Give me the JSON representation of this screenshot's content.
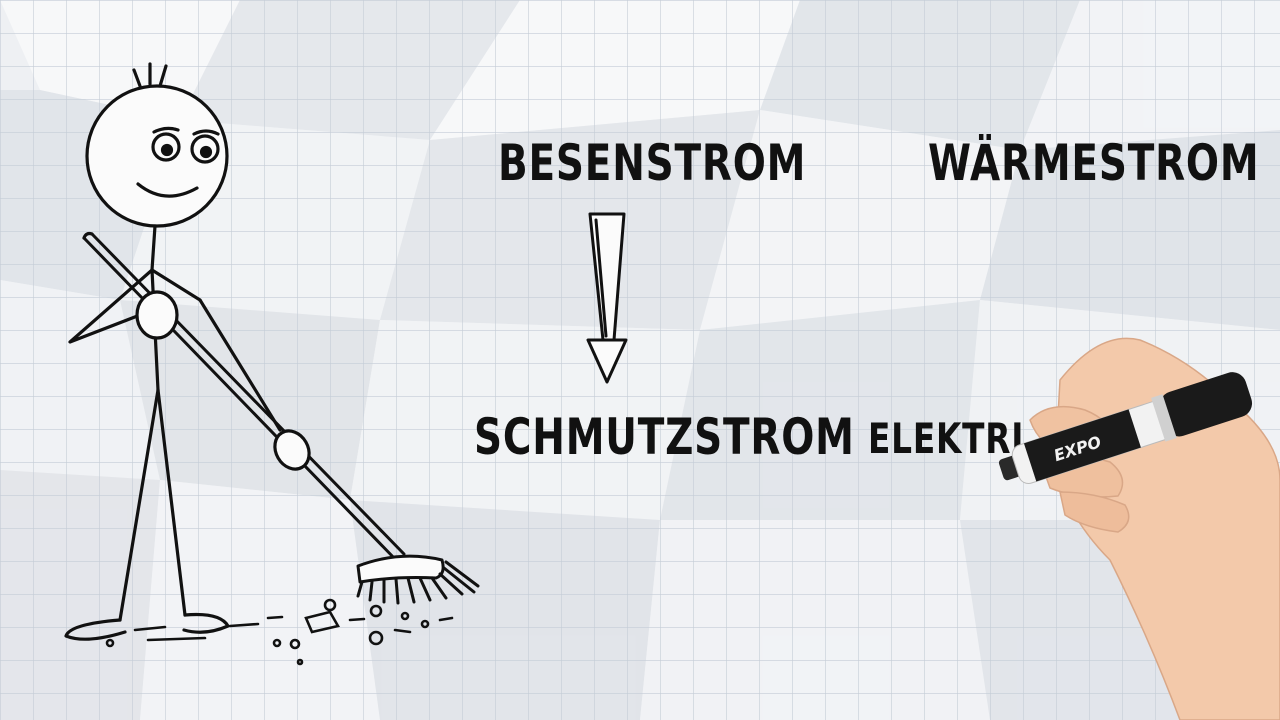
{
  "words": {
    "broom_flow": "Besenstrom",
    "heat_flow": "Wärmestrom",
    "dirt_flow": "Schmutzstrom",
    "electric_partial": "elektri"
  },
  "marker": {
    "brand": "EXPO"
  },
  "colors": {
    "paper": "#eef0f3",
    "grid": "#c4ccd6",
    "ink": "#111111",
    "skin": "#f3c9aa",
    "marker_body": "#1a1a1a",
    "marker_band": "#f2f2f2"
  },
  "icons": [
    "stick-figure-icon",
    "broom-icon",
    "down-arrow-icon",
    "hand-icon",
    "marker-icon"
  ]
}
